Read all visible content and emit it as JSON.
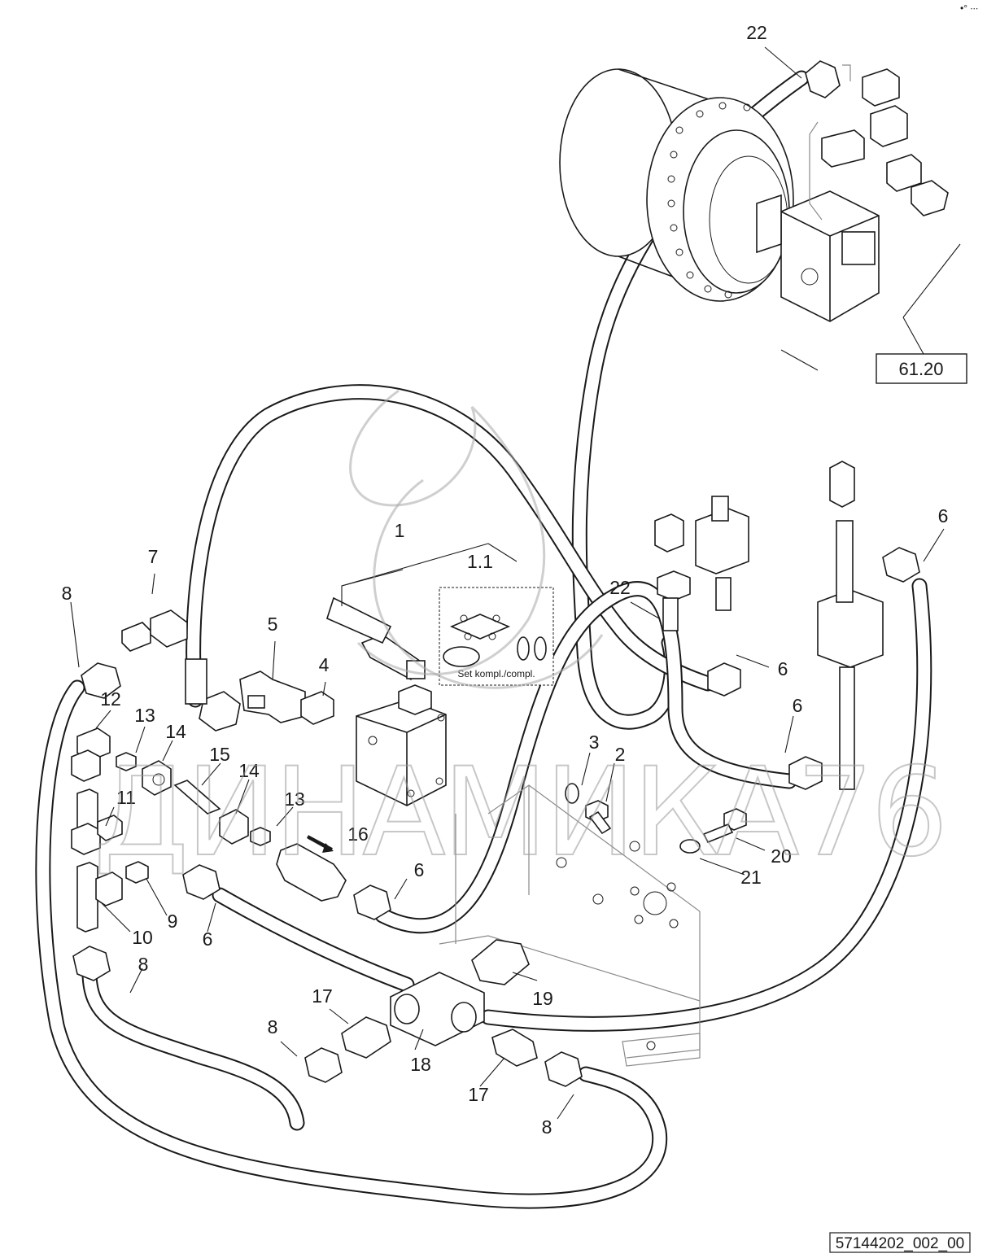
{
  "callouts": {
    "c1": "1",
    "c1_1": "1.1",
    "c2": "2",
    "c3": "3",
    "c4": "4",
    "c5": "5",
    "c6a": "6",
    "c6b": "6",
    "c6c": "6",
    "c6d": "6",
    "c6e": "6",
    "c7": "7",
    "c8a": "8",
    "c8b": "8",
    "c8c": "8",
    "c8d": "8",
    "c9": "9",
    "c10": "10",
    "c11": "11",
    "c12": "12",
    "c13a": "13",
    "c13b": "13",
    "c14a": "14",
    "c14b": "14",
    "c15": "15",
    "c16": "16",
    "c17a": "17",
    "c17b": "17",
    "c18": "18",
    "c19": "19",
    "c20": "20",
    "c21": "21",
    "c22a": "22",
    "c22b": "22"
  },
  "kit_label": "Set kompl./compl.",
  "reference_box": "61.20",
  "drawing_code": "57144202_002_00",
  "watermark": "ДИНАМИКА76",
  "corner_mark": "•° ∙∙∙"
}
